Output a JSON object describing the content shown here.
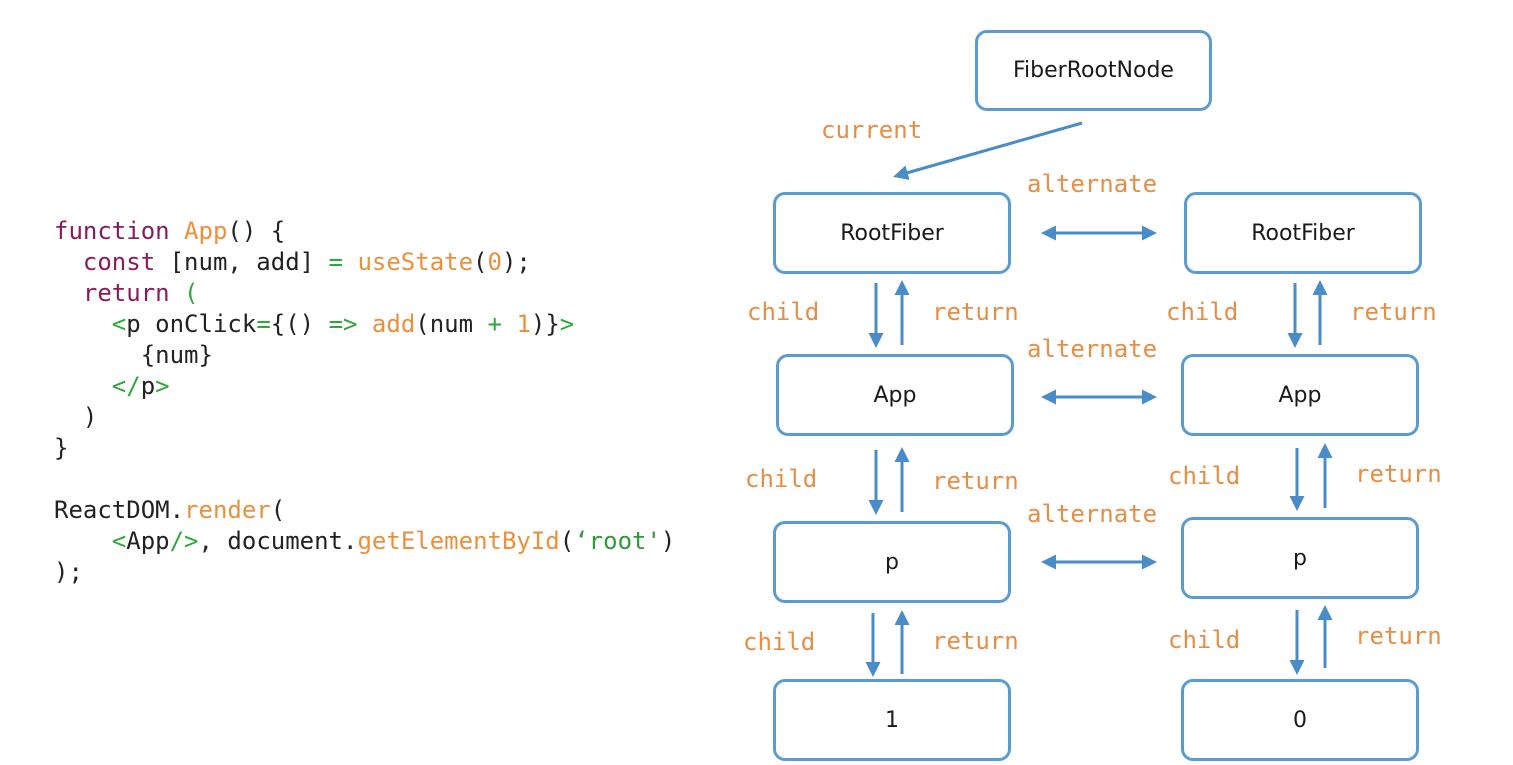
{
  "code": {
    "lines": [
      [
        {
          "t": "function ",
          "c": "kw"
        },
        {
          "t": "App",
          "c": "fn"
        },
        {
          "t": "() {",
          "c": "txt"
        }
      ],
      [
        {
          "t": "  const ",
          "c": "kw"
        },
        {
          "t": "[num, add] ",
          "c": "txt"
        },
        {
          "t": "= ",
          "c": "op"
        },
        {
          "t": "useState",
          "c": "fn"
        },
        {
          "t": "(",
          "c": "txt"
        },
        {
          "t": "0",
          "c": "num"
        },
        {
          "t": ");",
          "c": "txt"
        }
      ],
      [
        {
          "t": "  return ",
          "c": "kw"
        },
        {
          "t": "(",
          "c": "op"
        }
      ],
      [
        {
          "t": "    <",
          "c": "tag"
        },
        {
          "t": "p ",
          "c": "txt"
        },
        {
          "t": "onClick",
          "c": "txt"
        },
        {
          "t": "=",
          "c": "op"
        },
        {
          "t": "{() ",
          "c": "txt"
        },
        {
          "t": "=> ",
          "c": "op"
        },
        {
          "t": "add",
          "c": "fn"
        },
        {
          "t": "(num ",
          "c": "txt"
        },
        {
          "t": "+ ",
          "c": "op"
        },
        {
          "t": "1",
          "c": "num"
        },
        {
          "t": ")}",
          "c": "txt"
        },
        {
          "t": ">",
          "c": "tag"
        }
      ],
      [
        {
          "t": "      {num}",
          "c": "txt"
        }
      ],
      [
        {
          "t": "    </",
          "c": "tag"
        },
        {
          "t": "p",
          "c": "txt"
        },
        {
          "t": ">",
          "c": "tag"
        }
      ],
      [
        {
          "t": "  )",
          "c": "txt"
        }
      ],
      [
        {
          "t": "}",
          "c": "txt"
        }
      ],
      [
        {
          "t": "",
          "c": "txt"
        }
      ],
      [
        {
          "t": "ReactDOM.",
          "c": "txt"
        },
        {
          "t": "render",
          "c": "fn"
        },
        {
          "t": "(",
          "c": "txt"
        }
      ],
      [
        {
          "t": "    <",
          "c": "tag"
        },
        {
          "t": "App",
          "c": "txt"
        },
        {
          "t": "/>",
          "c": "tag"
        },
        {
          "t": ", document.",
          "c": "txt"
        },
        {
          "t": "getElementById",
          "c": "fn"
        },
        {
          "t": "(",
          "c": "txt"
        },
        {
          "t": "‘root'",
          "c": "str"
        },
        {
          "t": ")",
          "c": "txt"
        }
      ],
      [
        {
          "t": ");",
          "c": "txt"
        }
      ]
    ]
  },
  "diagram": {
    "root_node": "FiberRootNode",
    "current_label": "current",
    "alternate_label": "alternate",
    "child_label": "child",
    "return_label": "return",
    "left_tree": [
      "RootFiber",
      "App",
      "p",
      "1"
    ],
    "right_tree": [
      "RootFiber",
      "App",
      "p",
      "0"
    ],
    "colors": {
      "node_border": "#5b9bd0",
      "arrow": "#4a8cc7",
      "label": "#e48f47"
    }
  }
}
